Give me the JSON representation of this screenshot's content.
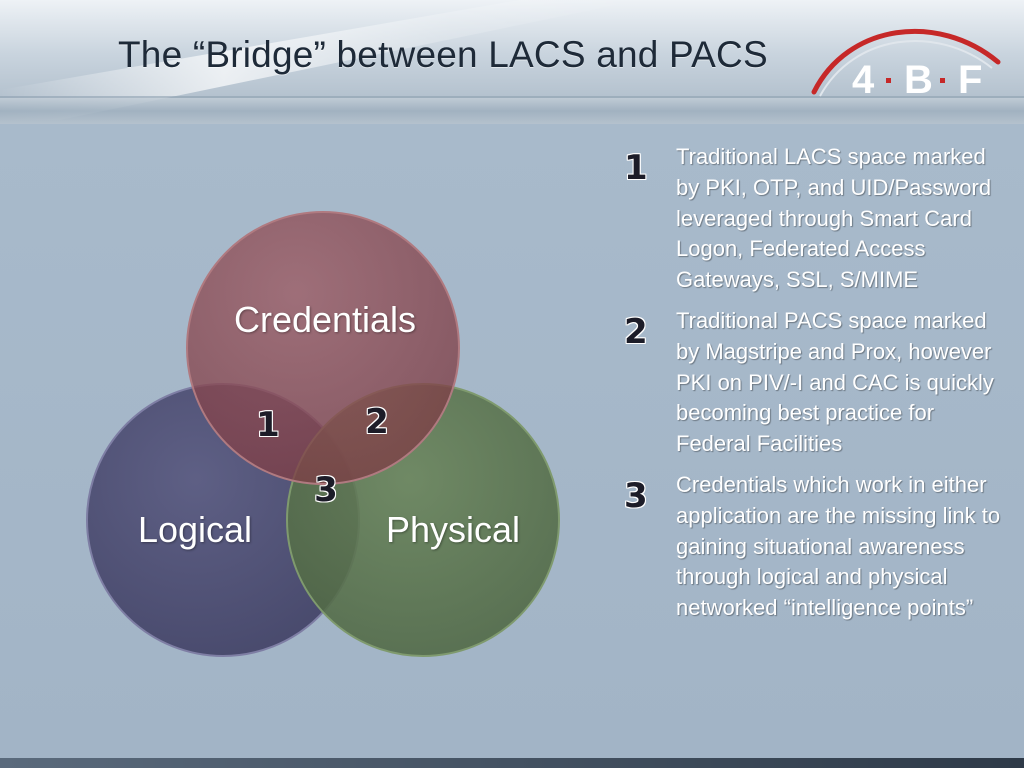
{
  "slide": {
    "title": "The “Bridge” between LACS and PACS",
    "logo": {
      "chars": [
        "4",
        "B",
        "F"
      ],
      "arc_color": "#c62828"
    }
  },
  "venn": {
    "circles": [
      {
        "label": "Credentials",
        "color": "#8c4a52"
      },
      {
        "label": "Logical",
        "color": "#4a4a72"
      },
      {
        "label": "Physical",
        "color": "#5b744c"
      }
    ],
    "overlap_numbers": [
      "1",
      "2",
      "3"
    ]
  },
  "legend": [
    {
      "num": "1",
      "text": "Traditional LACS space marked by PKI, OTP, and UID/Password leveraged through Smart Card Logon, Federated Access Gateways, SSL, S/MIME"
    },
    {
      "num": "2",
      "text": "Traditional PACS space marked by Magstripe and Prox, however PKI on PIV/-I and CAC is quickly becoming best practice for Federal Facilities"
    },
    {
      "num": "3",
      "text": "Credentials which work in either application are the missing link to gaining situational awareness through logical and physical networked “intelligence points”"
    }
  ]
}
